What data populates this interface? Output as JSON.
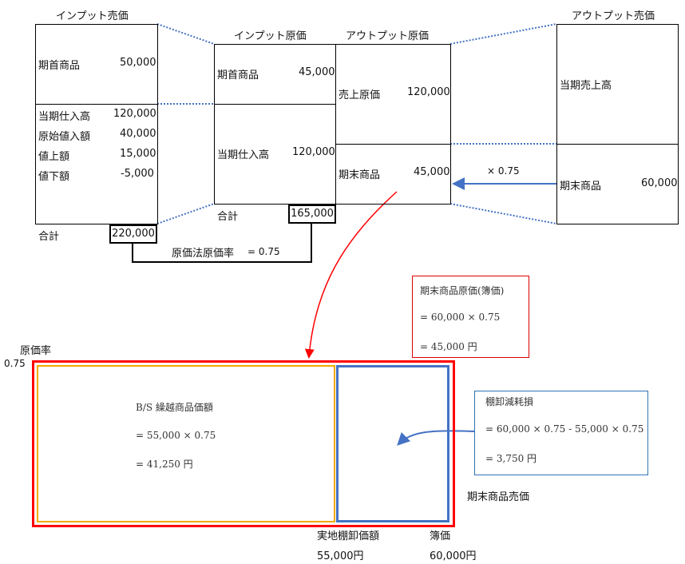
{
  "input_retail": {
    "title": "インプット売価",
    "rows": [
      {
        "label": "期首商品",
        "value": "50,000"
      },
      {
        "label": "当期仕入高",
        "value": "120,000"
      },
      {
        "label": "原始値入額",
        "value": "40,000"
      },
      {
        "label": "値上額",
        "value": "15,000"
      },
      {
        "label": "値下額",
        "value": "-5,000"
      }
    ],
    "total_label": "合計",
    "total": "220,000"
  },
  "input_cost": {
    "title": "インプット原価",
    "rows": [
      {
        "label": "期首商品",
        "value": "45,000"
      },
      {
        "label": "当期仕入高",
        "value": "120,000"
      }
    ],
    "total_label": "合計",
    "total": "165,000"
  },
  "output_cost": {
    "title": "アウトプット原価",
    "rows": [
      {
        "label": "売上原価",
        "value": "120,000"
      },
      {
        "label": "期末商品",
        "value": "45,000"
      }
    ]
  },
  "output_retail": {
    "title": "アウトプット売価",
    "rows": [
      {
        "label": "当期売上高"
      },
      {
        "label": "期末商品",
        "value": "60,000"
      }
    ]
  },
  "cost_ratio_label": "原価法原価率",
  "cost_ratio_value": "= 0.75",
  "multiplier": "× 0.75",
  "note_book": {
    "title": "期末商品原価(簿価)",
    "line1": "=  60,000  ×  0.75",
    "line2": "=  45,000 円"
  },
  "axis": {
    "label": "原価率",
    "value": "0.75"
  },
  "bs": {
    "title": "B/S 繰越商品価額",
    "line1": "=  55,000  ×  0.75",
    "line2": "=  41,250 円"
  },
  "note_loss": {
    "title": "棚卸減耗損",
    "line1": "= 60,000 × 0.75 - 55,000 × 0.75",
    "line2": "=  3,750  円"
  },
  "bottom": {
    "retail_label": "期末商品売価",
    "actual_label": "実地棚卸価額",
    "actual_value": "55,000円",
    "book_label": "簿価",
    "book_value": "60,000円"
  },
  "colors": {
    "red": "#ff0000",
    "orange": "#f2a900",
    "blue": "#4472c4",
    "dotted": "#4472c4"
  }
}
